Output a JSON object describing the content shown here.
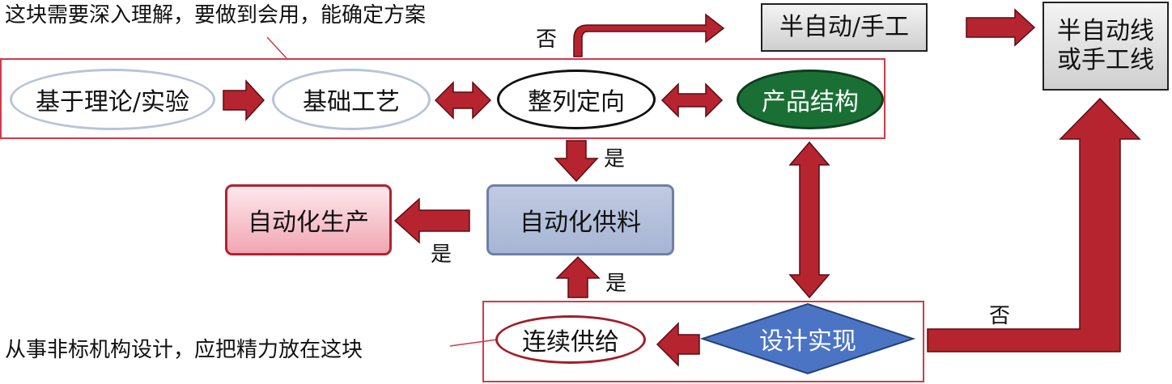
{
  "notes": {
    "top": "这块需要深入理解，要做到会用，能确定方案",
    "bottom": "从事非标机构设计，应把精力放在这块"
  },
  "nodes": {
    "theory": "基于理论/实验",
    "process": "基础工艺",
    "orient": "整列定向",
    "structure": "产品结构",
    "semi": "半自动/手工",
    "semi_line": [
      "半自动线",
      "或手工线"
    ],
    "auto_feed": "自动化供料",
    "auto_prod": "自动化生产",
    "continuous": "连续供给",
    "design": "设计实现"
  },
  "edge_labels": {
    "orient_no": "否",
    "orient_yes": "是",
    "feed_yes": "是",
    "continuous_yes": "是",
    "design_no": "否"
  },
  "colors": {
    "arrow_fill": "#b5242f",
    "arrow_stroke": "#5a0d13",
    "frame": "#d23a4a",
    "structure_fill": "#1a7034",
    "feed_fill": "#a7b5d4",
    "prod_fill": "#f1a6b2",
    "design_fill": "#4b74c4"
  }
}
